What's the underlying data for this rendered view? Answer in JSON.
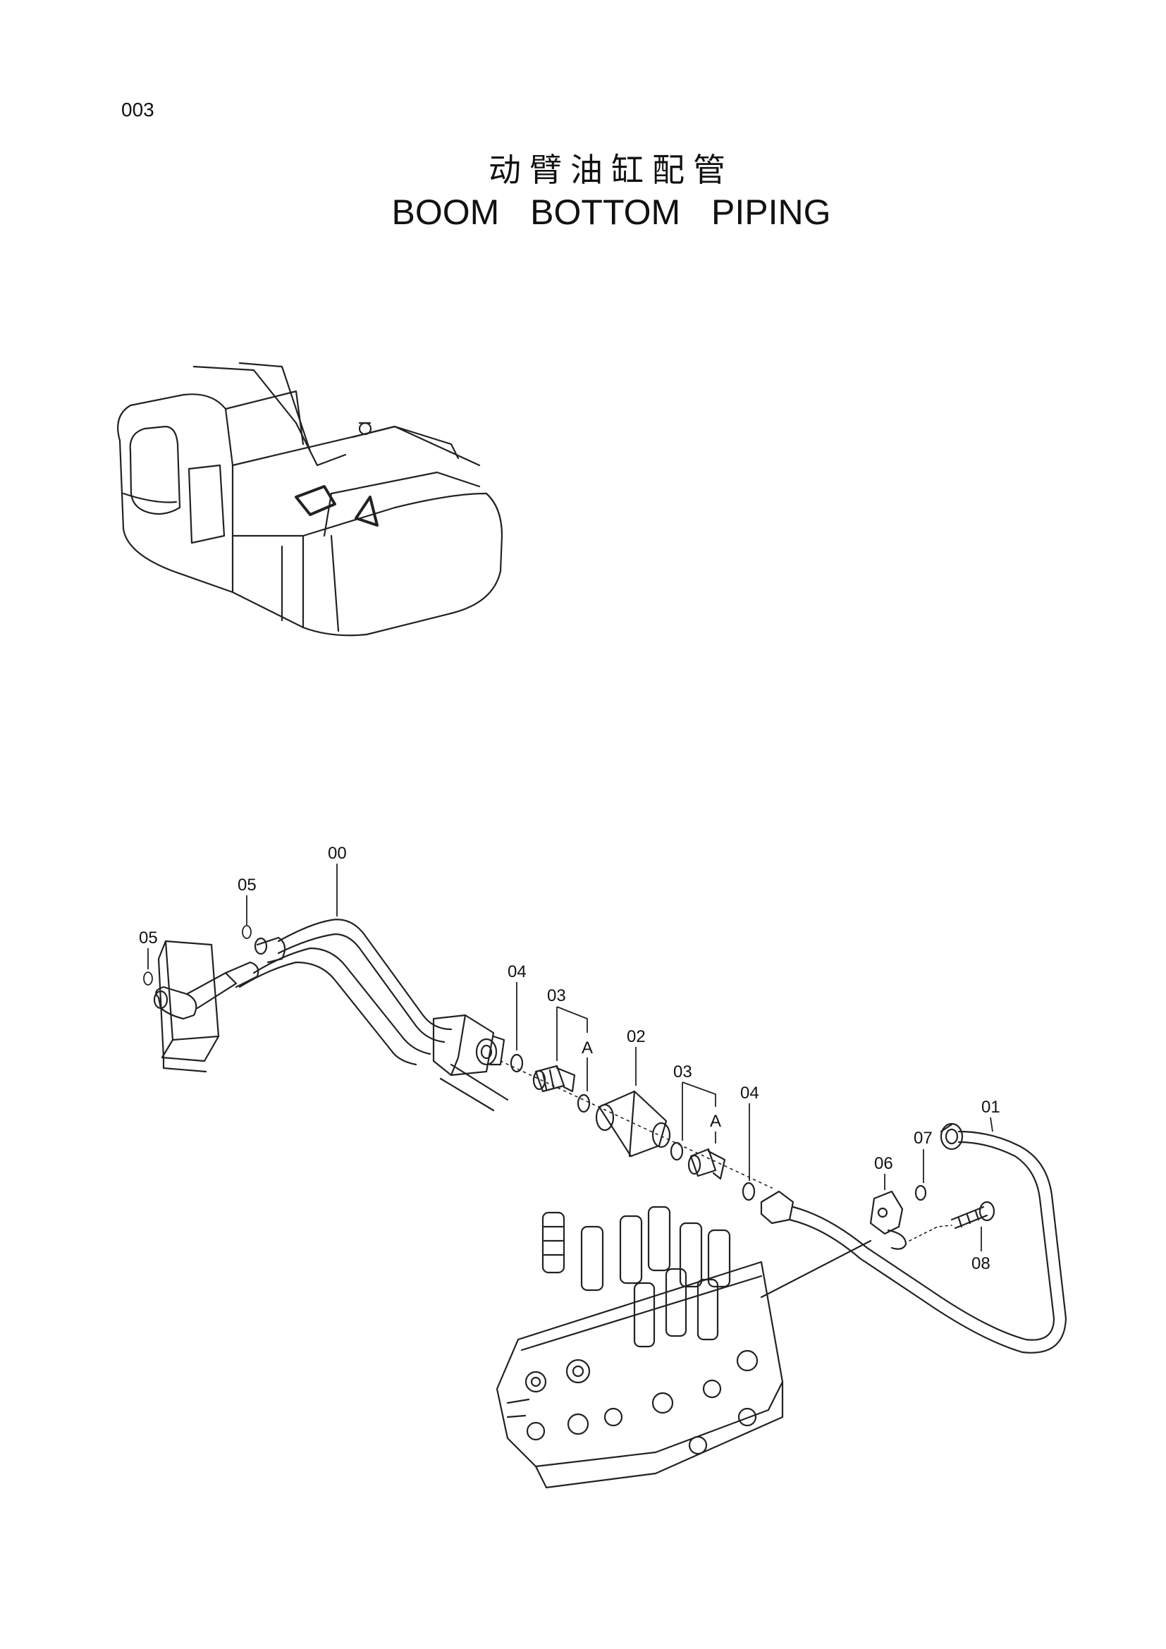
{
  "page_number": "003",
  "title_cn": "动臂油缸配管",
  "title_en": "BOOM   BOTTOM   PIPING",
  "callouts": [
    {
      "id": "callout-00",
      "text": "00"
    },
    {
      "id": "callout-05a",
      "text": "05"
    },
    {
      "id": "callout-05b",
      "text": "05"
    },
    {
      "id": "callout-04a",
      "text": "04"
    },
    {
      "id": "callout-03a",
      "text": "03"
    },
    {
      "id": "callout-Aa",
      "text": "A"
    },
    {
      "id": "callout-02",
      "text": "02"
    },
    {
      "id": "callout-03b",
      "text": "03"
    },
    {
      "id": "callout-Ab",
      "text": "A"
    },
    {
      "id": "callout-04b",
      "text": "04"
    },
    {
      "id": "callout-01",
      "text": "01"
    },
    {
      "id": "callout-07",
      "text": "07"
    },
    {
      "id": "callout-06",
      "text": "06"
    },
    {
      "id": "callout-08",
      "text": "08"
    }
  ]
}
